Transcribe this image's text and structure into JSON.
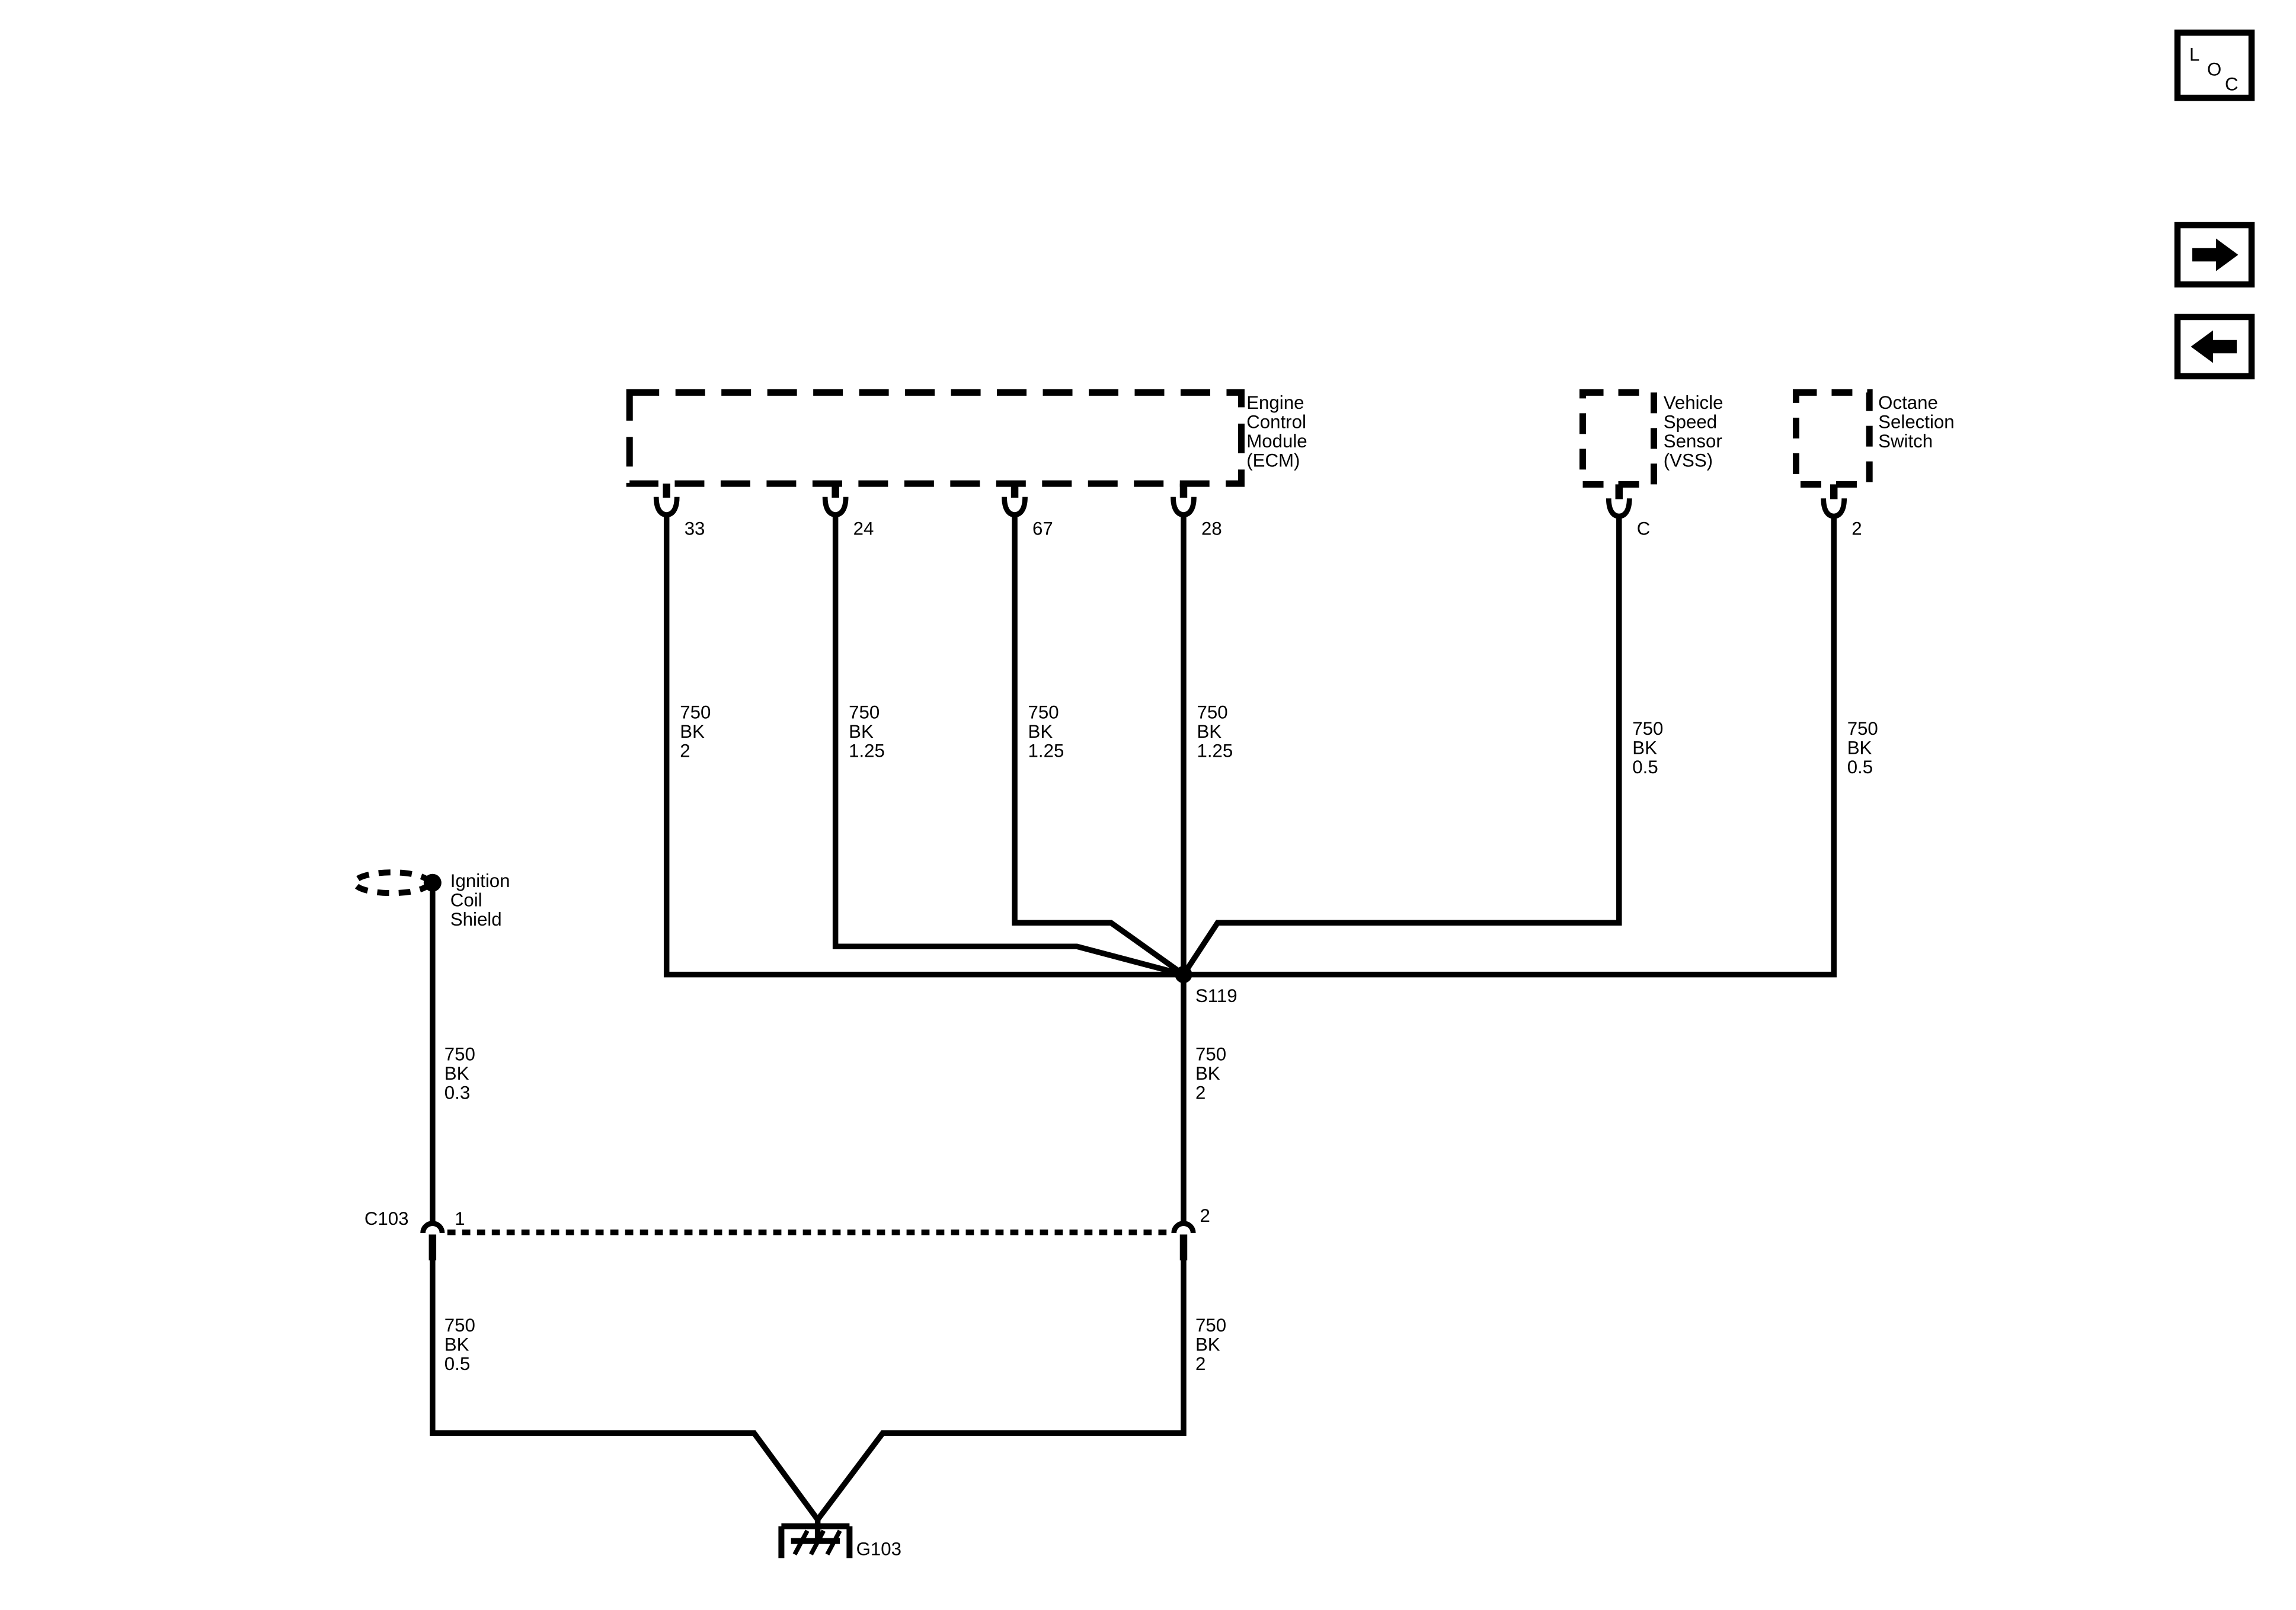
{
  "page": {
    "background": "#ffffff",
    "ink": "#000000"
  },
  "nav": {
    "loc_button": {
      "l": "L",
      "o": "O",
      "c": "C"
    },
    "next_button_icon": "arrow-right",
    "prev_button_icon": "arrow-left"
  },
  "ecm": {
    "label_lines": [
      "Engine",
      "Control",
      "Module",
      "(ECM)"
    ],
    "pins": [
      {
        "number": "33",
        "wire": {
          "circuit": "750",
          "color": "BK",
          "gauge": "2"
        }
      },
      {
        "number": "24",
        "wire": {
          "circuit": "750",
          "color": "BK",
          "gauge": "1.25"
        }
      },
      {
        "number": "67",
        "wire": {
          "circuit": "750",
          "color": "BK",
          "gauge": "1.25"
        }
      },
      {
        "number": "28",
        "wire": {
          "circuit": "750",
          "color": "BK",
          "gauge": "1.25"
        }
      }
    ]
  },
  "vss": {
    "label_lines": [
      "Vehicle",
      "Speed",
      "Sensor",
      "(VSS)"
    ],
    "pin": "C",
    "wire": {
      "circuit": "750",
      "color": "BK",
      "gauge": "0.5"
    }
  },
  "octane": {
    "label_lines": [
      "Octane",
      "Selection",
      "Switch"
    ],
    "pin": "2",
    "wire": {
      "circuit": "750",
      "color": "BK",
      "gauge": "0.5"
    }
  },
  "shield": {
    "label_lines": [
      "Ignition",
      "Coil",
      "Shield"
    ],
    "wire": {
      "circuit": "750",
      "color": "BK",
      "gauge": "0.3"
    }
  },
  "splice": {
    "id": "S119",
    "wire": {
      "circuit": "750",
      "color": "BK",
      "gauge": "2"
    }
  },
  "connector": {
    "id": "C103",
    "left_pin": "1",
    "right_pin": "2",
    "left_wire": {
      "circuit": "750",
      "color": "BK",
      "gauge": "0.5"
    },
    "right_wire": {
      "circuit": "750",
      "color": "BK",
      "gauge": "2"
    }
  },
  "ground": {
    "id": "G103"
  }
}
